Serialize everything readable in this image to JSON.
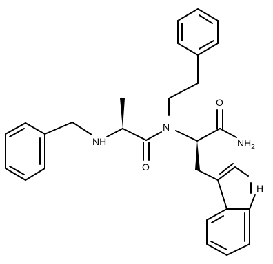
{
  "diagram": {
    "labels": {
      "nh_amine": "NH",
      "n_amide": "N",
      "o_amide": "O",
      "o_carboxamide": "O",
      "nh2": "NH2",
      "nh_indole": "H"
    },
    "colors": {
      "bond": "#000000",
      "background": "#ffffff"
    }
  }
}
